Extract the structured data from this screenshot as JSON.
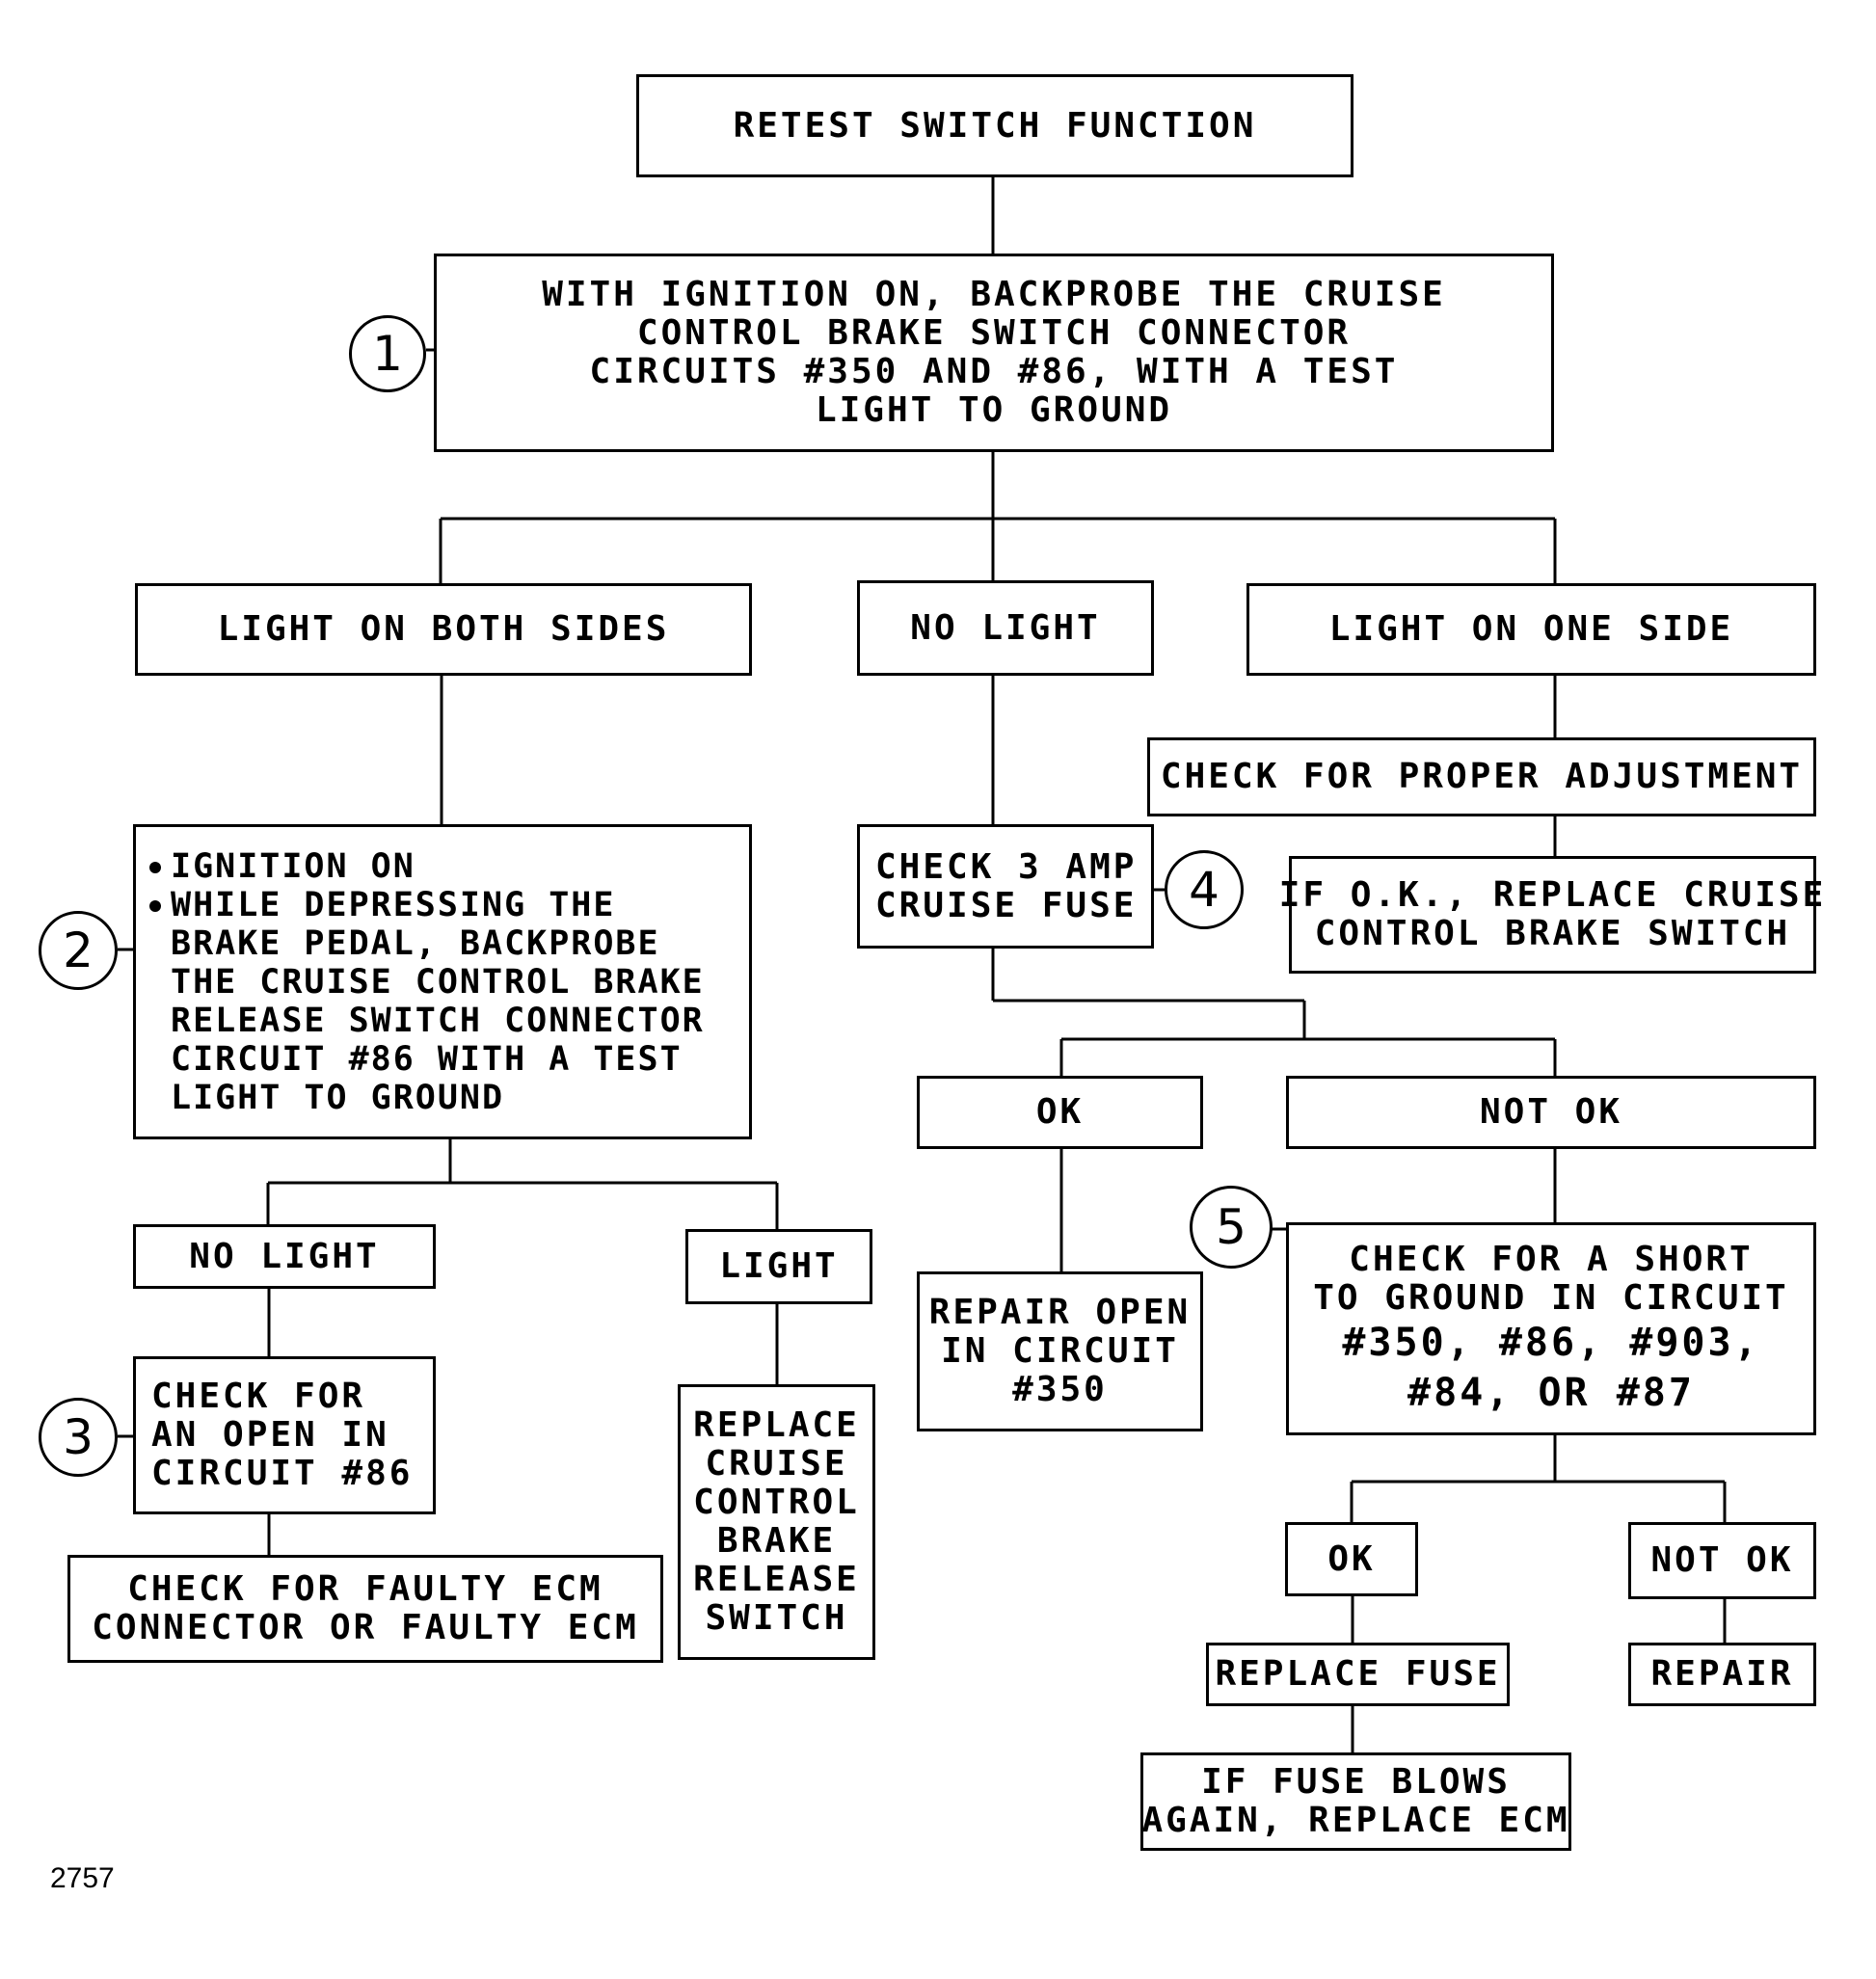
{
  "retest": "RETEST SWITCH FUNCTION",
  "step1": {
    "marker": "1",
    "lines": [
      "WITH IGNITION ON, BACKPROBE THE CRUISE",
      "CONTROL BRAKE SWITCH CONNECTOR",
      "CIRCUITS #350 AND #86, WITH A TEST",
      "LIGHT TO GROUND"
    ]
  },
  "branch_both": "LIGHT ON BOTH SIDES",
  "branch_none": "NO LIGHT",
  "branch_one": "LIGHT ON ONE SIDE",
  "step2": {
    "marker": "2",
    "bullet1": "IGNITION ON",
    "bullet2_lines": [
      "WHILE DEPRESSING THE",
      "BRAKE PEDAL, BACKPROBE",
      "THE CRUISE CONTROL BRAKE",
      "RELEASE SWITCH CONNECTOR",
      "CIRCUIT #86 WITH A TEST",
      "LIGHT TO GROUND"
    ]
  },
  "s2_no_light": "NO LIGHT",
  "s2_light": "LIGHT",
  "step3": {
    "marker": "3",
    "lines": [
      "CHECK FOR",
      "AN OPEN IN",
      "CIRCUIT #86"
    ]
  },
  "faulty_ecm": [
    "CHECK FOR FAULTY ECM",
    "CONNECTOR OR FAULTY ECM"
  ],
  "replace_switch": [
    "REPLACE",
    "CRUISE",
    "CONTROL",
    "BRAKE",
    "RELEASE",
    "SWITCH"
  ],
  "step4": {
    "marker": "4",
    "lines": [
      "CHECK 3 AMP",
      "CRUISE FUSE"
    ]
  },
  "fuse_ok": "OK",
  "fuse_not_ok": "NOT OK",
  "repair_open": [
    "REPAIR OPEN",
    "IN CIRCUIT",
    "#350"
  ],
  "step5": {
    "marker": "5",
    "lines": [
      "CHECK FOR A SHORT",
      "TO GROUND IN CIRCUIT",
      "#350, #86, #903,",
      "#84, OR #87"
    ]
  },
  "short_ok": "OK",
  "short_not_ok": "NOT OK",
  "replace_fuse": "REPLACE FUSE",
  "repair": "REPAIR",
  "fuse_blows": [
    "IF FUSE BLOWS",
    "AGAIN, REPLACE ECM"
  ],
  "check_adjust": "CHECK FOR PROPER ADJUSTMENT",
  "replace_brake_switch": [
    "IF O.K., REPLACE CRUISE",
    "CONTROL BRAKE SWITCH"
  ],
  "figure_number": "2757"
}
